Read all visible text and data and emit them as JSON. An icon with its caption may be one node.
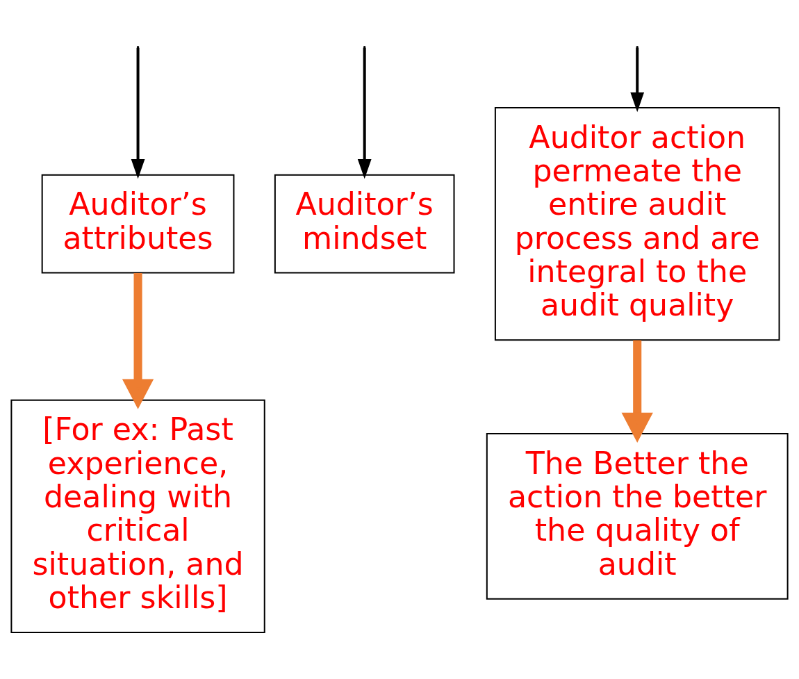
{
  "diagram": {
    "nodes": [
      {
        "text": [
          "Auditor’s attributes"
        ]
      },
      {
        "text": [
          "Auditor’s mindset"
        ]
      },
      {
        "text": [
          "Auditor action permeate the entire audit process and are integral to the audit quality"
        ]
      },
      {
        "text": [
          "[For ex: Past experience, dealing with critical situation, and other skills]"
        ]
      },
      {
        "text": [
          "The Better the action the better the quality of audit"
        ]
      }
    ],
    "edges": [
      {
        "from": null,
        "to": 0,
        "arrow": "to"
      },
      {
        "from": null,
        "to": 1,
        "arrow": "to"
      },
      {
        "from": null,
        "to": 2,
        "arrow": "to"
      },
      {
        "from": 0,
        "to": 3,
        "arrow": "to",
        "style": "thick",
        "color": "#ed7d31"
      },
      {
        "from": 2,
        "to": 4,
        "arrow": "to",
        "style": "thick",
        "color": "#ed7d31"
      }
    ]
  }
}
